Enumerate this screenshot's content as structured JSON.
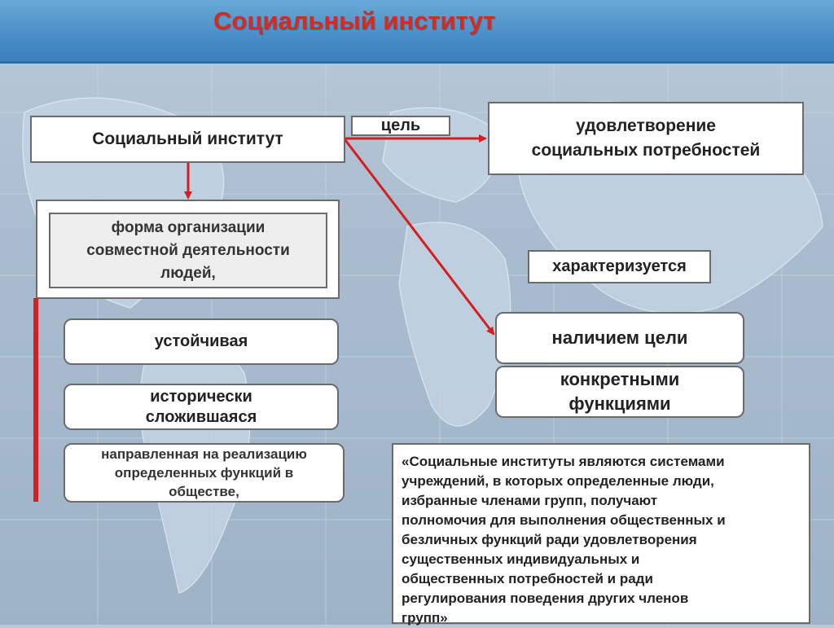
{
  "title": "Социальный институт",
  "center_box": "Социальный институт",
  "goal_label": "цель",
  "goal_box": [
    "удовлетворение",
    "социальных потребностей"
  ],
  "form_box": [
    "форма организации",
    "совместной деятельности",
    "людей,"
  ],
  "left_items": [
    [
      "устойчивая"
    ],
    [
      "исторически",
      "сложившаяся"
    ],
    [
      "направленная на реализацию",
      "определенных функций в",
      "обществе,"
    ]
  ],
  "characterized_label": "характеризуется",
  "right_items": [
    [
      "наличием цели"
    ],
    [
      "конкретными",
      "функциями"
    ]
  ],
  "quote": [
    "«Социальные институты являются системами",
    "учреждений, в которых определенные люди,",
    "избранные членами групп, получают",
    "полномочия для выполнения общественных и",
    "безличных функций ради удовлетворения",
    "существенных индивидуальных и",
    "общественных потребностей и ради",
    "регулирования поведения других членов",
    "групп»"
  ],
  "colors": {
    "accent_red": "#d21f1f",
    "header_blue": "#4a8ec8",
    "title_red": "#d42a1f"
  }
}
